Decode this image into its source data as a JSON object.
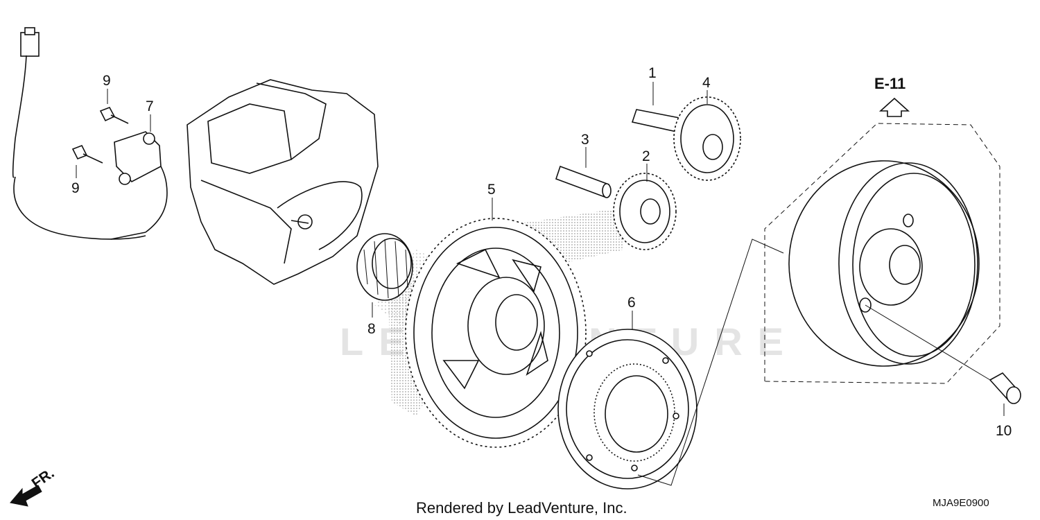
{
  "diagram": {
    "callouts": {
      "c1": "1",
      "c2": "2",
      "c3": "3",
      "c4": "4",
      "c5": "5",
      "c6": "6",
      "c7": "7",
      "c8": "8",
      "c9a": "9",
      "c9b": "9",
      "c10": "10"
    },
    "reference": "E-11",
    "direction": "FR.",
    "diagram_code": "MJA9E0900",
    "credit": "Rendered by LeadVenture, Inc.",
    "watermark": "LEADVENTURE"
  }
}
